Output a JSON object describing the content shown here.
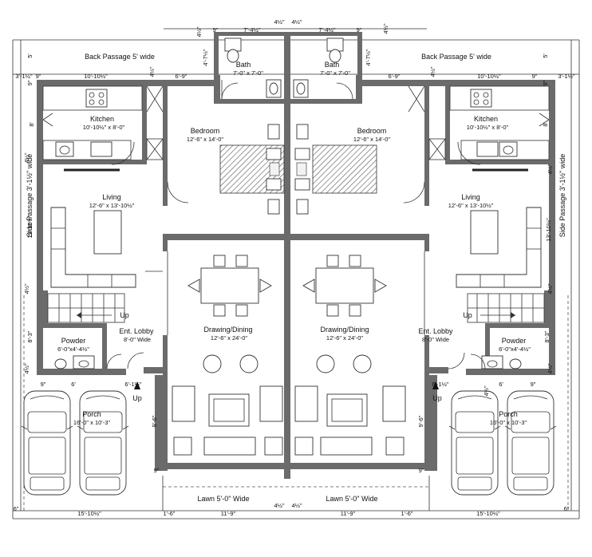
{
  "rooms": {
    "back_passage_left": "Back Passage 5' wide",
    "back_passage_right": "Back Passage 5' wide",
    "bath_left": "Bath",
    "bath_left_size": "7'-0\" x 7'-0\"",
    "bath_right": "Bath",
    "bath_right_size": "7'-0\" x 7'-0\"",
    "kitchen_left": "Kitchen",
    "kitchen_left_size": "10'-10½\" x 8'-0\"",
    "kitchen_right": "Kitchen",
    "kitchen_right_size": "10'-10½\" x 8'-0\"",
    "bedroom_left": "Bedroom",
    "bedroom_left_size": "12'-6\" x 14'-0\"",
    "bedroom_right": "Bedroom",
    "bedroom_right_size": "12'-6\" x 14'-0\"",
    "living_left": "Living",
    "living_left_size": "12'-6\" x 13'-10½\"",
    "living_right": "Living",
    "living_right_size": "12'-6\" x 13'-10½\"",
    "up_left": "Up",
    "up_right": "Up",
    "lobby_left": "Ent. Lobby",
    "lobby_left_size": "8'-0\" Wide",
    "lobby_right": "Ent. Lobby",
    "lobby_right_size": "8'-0\" Wide",
    "drawing_left": "Drawing/Dining",
    "drawing_left_size": "12'-6\" x 24'-0\"",
    "drawing_right": "Drawing/Dining",
    "drawing_right_size": "12'-6\" x 24'-0\"",
    "powder_left": "Powder",
    "powder_left_size": "6'-0\"x4'-4½\"",
    "powder_right": "Powder",
    "powder_right_size": "6'-0\"x4'-4½\"",
    "porch_left": "Porch",
    "porch_left_size": "16'-0\" x 10'-3\"",
    "porch_right": "Porch",
    "porch_right_size": "16'-0\" x 10'-3\"",
    "lawn_left": "Lawn 5'-0\" Wide",
    "lawn_right": "Lawn 5'-0\" Wide",
    "side_passage_left": "Side Passage 3'-1½\" wide",
    "side_passage_right": "Side Passage 3'-1½\" wide",
    "up_porch_left": "Up",
    "up_porch_right": "Up"
  },
  "dimensions": {
    "top_9_l": "9\"",
    "top_7_4_l": "7'-4½\"",
    "top_4_l": "4½\"",
    "top_4_r": "4½\"",
    "top_7_4_r": "7'-4½\"",
    "top_9_r": "9\"",
    "top_4_far_l": "4½\"",
    "top_4_far_r": "4½\"",
    "d_3_1_l": "3'-1½\"",
    "d_9_l": "9\"",
    "d_10_10_l": "10'-10½\"",
    "d_4_kl": "4½\"",
    "d_6_9_l": "6'-9\"",
    "d_6_9_r": "6'-9\"",
    "d_4_kr": "4½\"",
    "d_10_10_r": "10'-10½\"",
    "d_9_r": "9\"",
    "d_3_1_r": "3'-1½\"",
    "d_4_7_l": "4'-7½\"",
    "d_4_7_r": "4'-7½\"",
    "d_5_l": "5'",
    "d_5_r": "5'",
    "d_9v_l": "9\"",
    "d_9v_r": "9\"",
    "d_8_l": "8'",
    "d_8_r": "8'",
    "d_4v1_l": "4½\"",
    "d_4v1_r": "4½\"",
    "d_13_l": "13'-10½\"",
    "d_13_r": "13'-10½\"",
    "d_4v2_l": "4½\"",
    "d_4v2_r": "4½\"",
    "d_8_3_l": "8'-3\"",
    "d_8_3_r": "8'-3\"",
    "d_4v3_l": "4½\"",
    "d_4v3_r": "4½\"",
    "d_9b_l": "9\"",
    "d_6_l": "6'",
    "d_6_1_l": "6'-1½\"",
    "d_6_1_r": "6'-1½\"",
    "d_6_r": "6'",
    "d_9b_r": "9\"",
    "d_4p_r": "4½\"",
    "d_9_6_l": "9'-6\"",
    "d_9_6_r": "9'-6\"",
    "d_9c_l": "9\"",
    "d_9c_r": "9\"",
    "d_6b_l": "6\"",
    "d_6b_r": "6\"",
    "d_15_l": "15'-10½\"",
    "d_1_6_l": "1'-6\"",
    "d_11_9_l": "11'-9\"",
    "d_4b_l": "4½\"",
    "d_4b_r": "4½\"",
    "d_11_9_r": "11'-9\"",
    "d_1_6_r": "1'-6\"",
    "d_15_r": "15'-10½\""
  }
}
